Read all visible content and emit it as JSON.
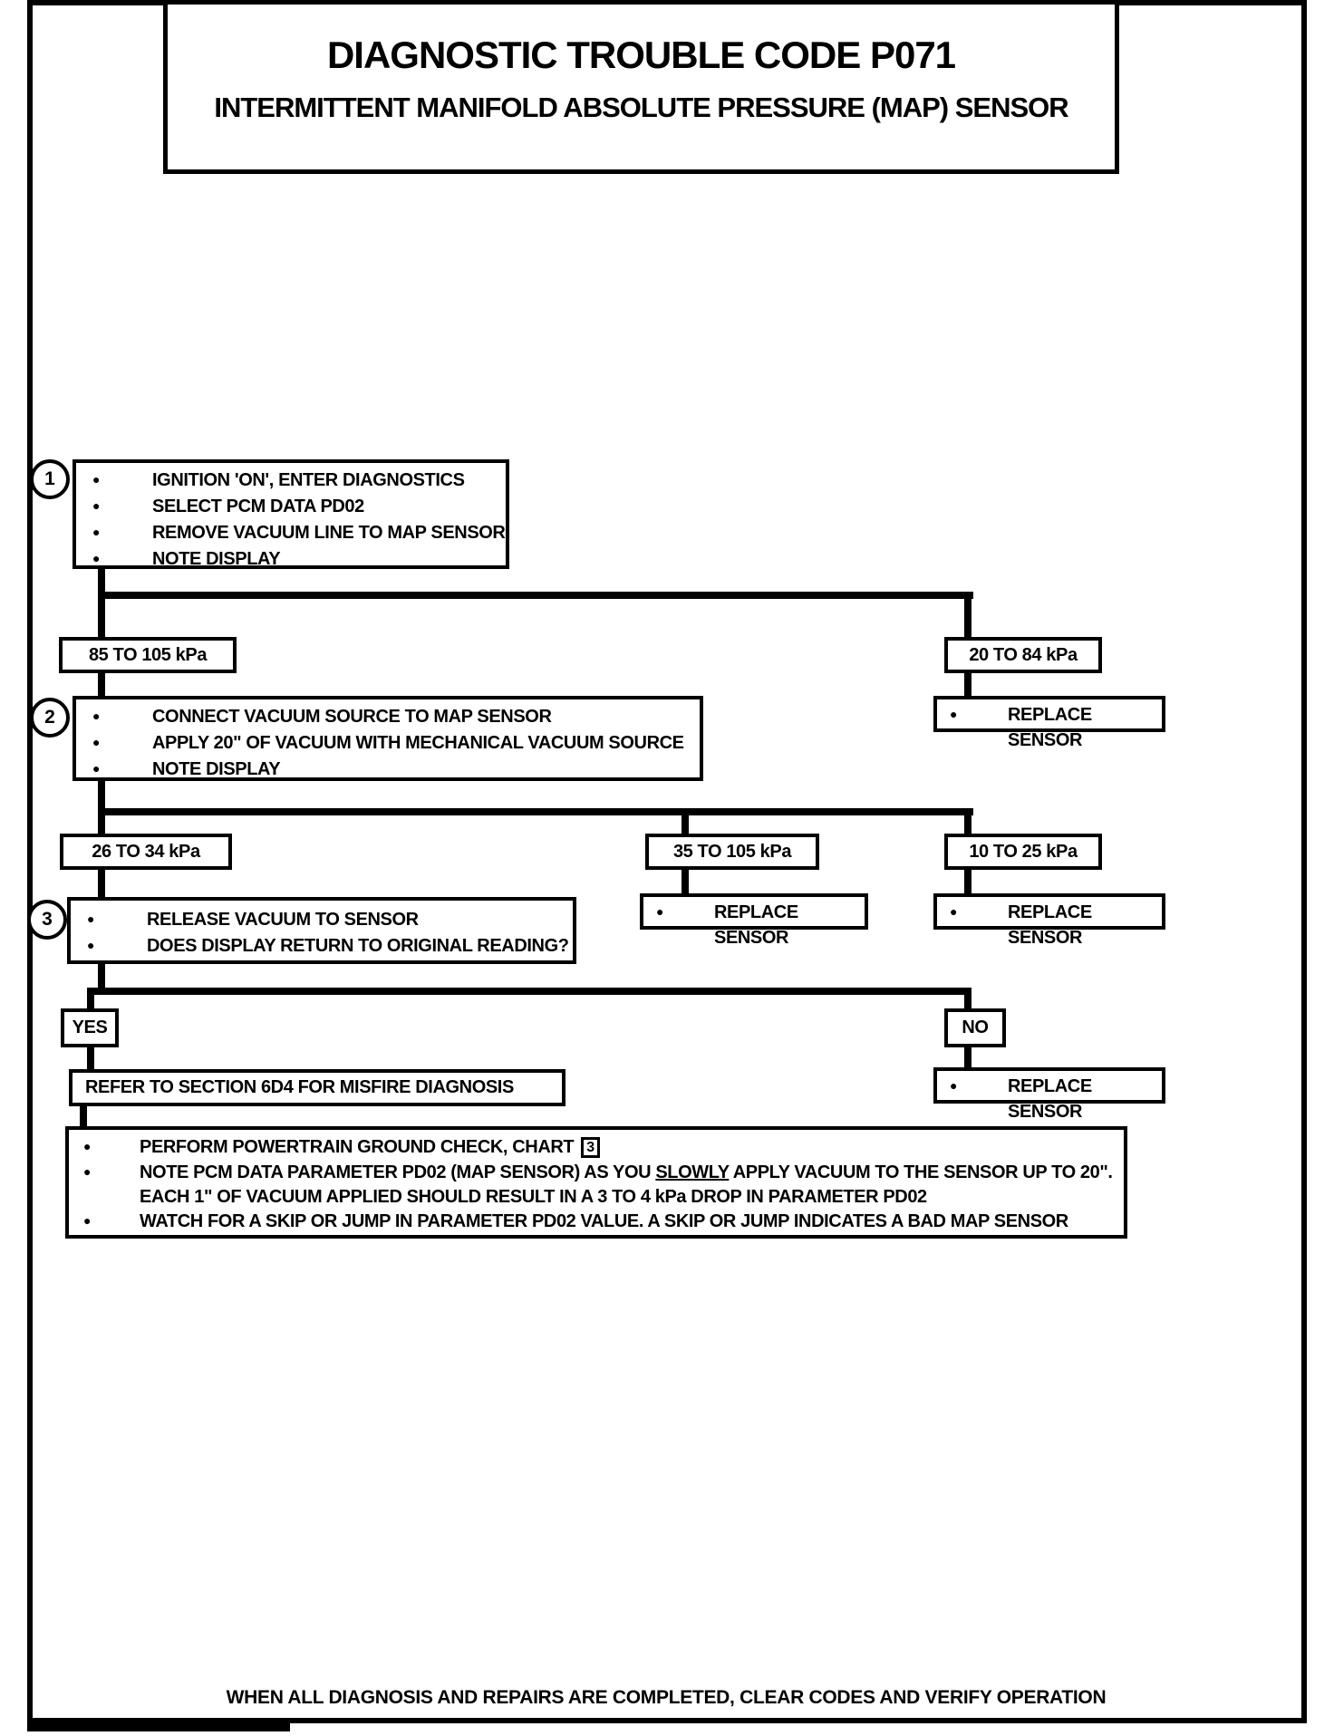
{
  "page": {
    "title": "DIAGNOSTIC TROUBLE CODE P071",
    "subtitle": "INTERMITTENT MANIFOLD ABSOLUTE PRESSURE (MAP) SENSOR",
    "footer": "WHEN ALL DIAGNOSIS AND REPAIRS ARE COMPLETED, CLEAR CODES AND VERIFY OPERATION"
  },
  "step1": {
    "number": "1",
    "bullets": [
      "IGNITION 'ON', ENTER DIAGNOSTICS",
      "SELECT PCM DATA PD02",
      "REMOVE VACUUM LINE TO MAP SENSOR",
      "NOTE DISPLAY"
    ]
  },
  "branch1": {
    "in_range_label": "85 TO 105 kPa",
    "out_of_range_label": "20 TO 84 kPa",
    "out_of_range_action": "REPLACE SENSOR"
  },
  "step2": {
    "number": "2",
    "bullets": [
      "CONNECT VACUUM SOURCE TO MAP SENSOR",
      "APPLY 20\" OF VACUUM WITH MECHANICAL VACUUM SOURCE",
      "NOTE DISPLAY"
    ]
  },
  "branch2": {
    "in_range_label": "26 TO 34 kPa",
    "mid_label": "35 TO 105 kPa",
    "mid_action": "REPLACE SENSOR",
    "right_label": "10 TO 25 kPa",
    "right_action": "REPLACE SENSOR"
  },
  "step3": {
    "number": "3",
    "bullets": [
      "RELEASE VACUUM TO SENSOR",
      "DOES DISPLAY RETURN TO ORIGINAL READING?"
    ]
  },
  "branch3": {
    "yes_label": "YES",
    "yes_action": "REFER TO SECTION 6D4 FOR MISFIRE DIAGNOSIS",
    "no_label": "NO",
    "no_action": "REPLACE SENSOR"
  },
  "final_checks": {
    "bullet1_text": "PERFORM POWERTRAIN GROUND CHECK, CHART",
    "bullet1_chart_ref": "3",
    "bullet2_pre": "NOTE PCM DATA PARAMETER PD02 (MAP SENSOR) AS YOU ",
    "bullet2_emphasis": "SLOWLY",
    "bullet2_post": " APPLY VACUUM TO THE SENSOR UP TO 20\".  EACH 1\" OF VACUUM APPLIED SHOULD RESULT IN A 3 TO 4 kPa DROP IN PARAMETER PD02",
    "bullet3": "WATCH FOR A SKIP OR JUMP IN PARAMETER PD02 VALUE. A SKIP OR JUMP INDICATES A BAD MAP SENSOR"
  }
}
